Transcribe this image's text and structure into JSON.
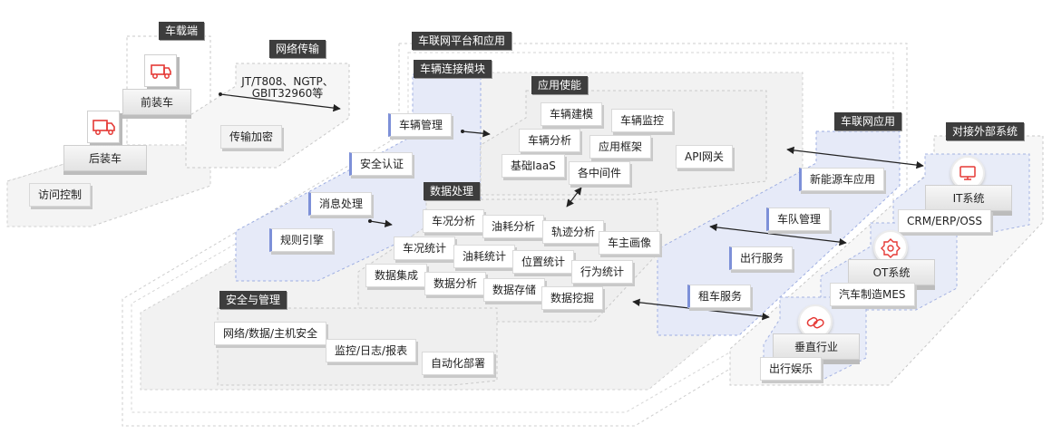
{
  "colors": {
    "accent": "#e53935",
    "blue_panel": "#e6eaf8",
    "label_bg": "#3d3d3d"
  },
  "vehicle_end": {
    "title": "车载端",
    "front": "前装车",
    "rear": "后装车",
    "access": "访问控制",
    "front_icon": "truck-icon",
    "rear_icon": "delivery-truck-icon"
  },
  "network": {
    "title": "网络传输",
    "protocols": "JT/T808、NGTP、GBIT32960等",
    "encrypt": "传输加密"
  },
  "platform": {
    "title": "车联网平台和应用"
  },
  "connect_module": {
    "title": "车辆连接模块",
    "items": [
      "车辆管理",
      "安全认证",
      "消息处理",
      "规则引擎"
    ]
  },
  "app_enable": {
    "title": "应用使能",
    "items": [
      "车辆建模",
      "车辆监控",
      "车辆分析",
      "应用框架",
      "API网关",
      "基础IaaS",
      "各中间件"
    ]
  },
  "data_proc": {
    "title": "数据处理",
    "items": [
      "车况分析",
      "油耗分析",
      "轨迹分析",
      "车主画像",
      "车况统计",
      "油耗统计",
      "位置统计",
      "行为统计",
      "数据集成",
      "数据分析",
      "数据存储",
      "数据挖掘"
    ]
  },
  "security": {
    "title": "安全与管理",
    "items": [
      "网络/数据/主机安全",
      "监控/日志/报表",
      "自动化部署"
    ]
  },
  "iov_apps": {
    "title": "车联网应用",
    "items": [
      "新能源车应用",
      "车队管理",
      "出行服务",
      "租车服务"
    ]
  },
  "external": {
    "title": "对接外部系统",
    "it": {
      "name": "IT系统",
      "sub": "CRM/ERP/OSS",
      "icon": "monitor-icon"
    },
    "ot": {
      "name": "OT系统",
      "sub": "汽车制造MES",
      "icon": "gear-icon"
    },
    "vertical": {
      "name": "垂直行业",
      "sub": "出行娱乐",
      "icon": "link-icon"
    }
  }
}
